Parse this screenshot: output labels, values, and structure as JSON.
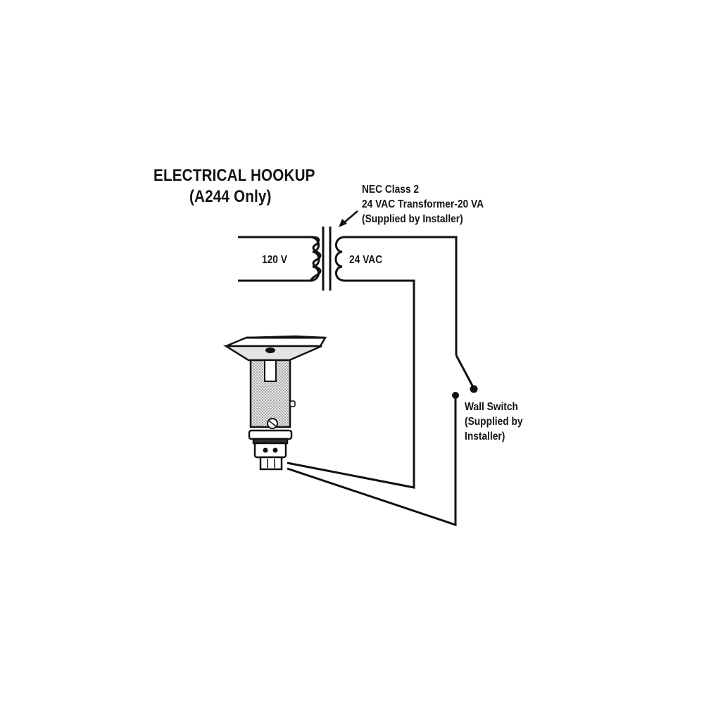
{
  "title": {
    "line1": "ELECTRICAL HOOKUP",
    "line2": "(A244 Only)"
  },
  "transformer": {
    "spec_line1": "NEC Class 2",
    "spec_line2": "24 VAC Transformer-20 VA",
    "spec_line3": "(Supplied by Installer)",
    "primary_label": "120 V",
    "secondary_label": "24 VAC"
  },
  "wall_switch": {
    "line1": "Wall Switch",
    "line2": "(Supplied by",
    "line3": "Installer)"
  },
  "colors": {
    "line": "#111111",
    "background": "#ffffff",
    "valve_fill": "#d9d9d9"
  }
}
